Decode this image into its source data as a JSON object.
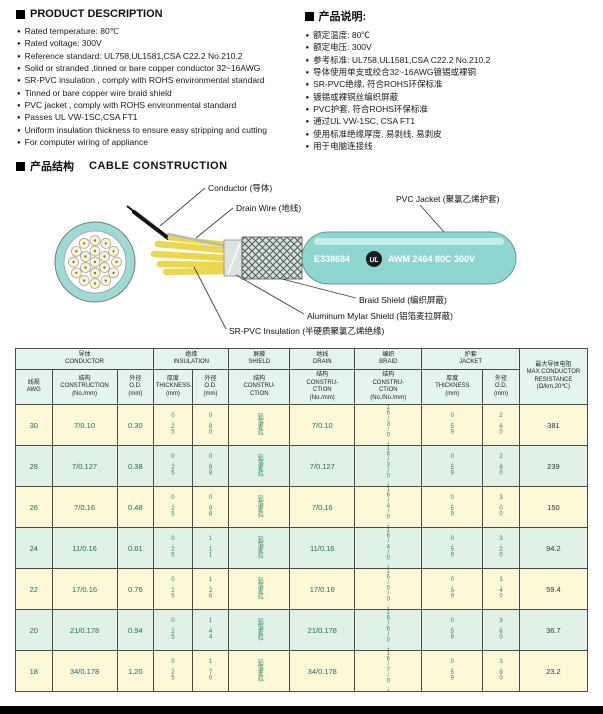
{
  "header": {
    "en": {
      "title": "PRODUCT  DESCRIPTION",
      "items": [
        "Rated temperature: 80℃",
        "Rated voltage: 300V",
        "Reference standard: UL758,UL1581,CSA C22.2 No.210.2",
        "Solid or stranded ,tinned or bare copper conductor 32~16AWG",
        "SR-PVC insulation , comply with ROHS environmental standard",
        "Tinned or bare copper wire braid shield",
        "PVC jacket , comply with ROHS environmental standard",
        "Passes UL VW-1SC,CSA FT1",
        "Uniform insulation thickness to ensure easy stripping and cutting",
        "For computer wiring of appliance"
      ]
    },
    "cn": {
      "title": "产品说明:",
      "items": [
        "额定温度: 80℃",
        "额定电压: 300V",
        "参考标准: UL758,UL1581,CSA C22.2 No.210.2",
        "导体使用单支或绞合32~16AWG镀锡或裸铜",
        "SR-PVC绝缘, 符合ROHS环保标准",
        "镀锡或裸铜丝编织屏蔽",
        "PVC护套, 符合ROHS环保标准",
        "通过UL VW-1SC, CSA FT1",
        "使用标准绝缘厚度, 易剥线, 易剥皮",
        "用于电脑连接线"
      ]
    }
  },
  "construction": {
    "title_cn": "产品结构",
    "title_en": "CABLE  CONSTRUCTION",
    "labels": {
      "conductor": "Conductor (导体)",
      "drain": "Drain Wire (地线)",
      "jacket": "PVC Jacket (聚氯乙烯护套)",
      "braid": "Braid Shield (编织屏蔽)",
      "mylar": "Aluminum Mylar Shield (铝箔麦拉屏蔽)",
      "insulation": "SR-PVC Insulation (半硬质聚氯乙烯绝缘)"
    },
    "print": {
      "approval": "E338684",
      "ul": "UL",
      "spec": "AWM 2464 80C 300V"
    }
  },
  "table": {
    "groups": {
      "conductor": "导体\nCONDUCTOR",
      "insulation": "绝缘\nINSULATION",
      "shield": "屏蔽\nSHIELD",
      "drain": "地线\nDRAIN",
      "braid": "编织\nBRAID",
      "jacket": "护套\nJACKET",
      "resistance": "最大导体电阻\nMAX CONDUCTOR\nRESISTANCE\n(Ω/km,20℃)"
    },
    "columns": {
      "awg": "线规\nAWG",
      "cond_constr": "结构\nCONSTRUCTION\n(No./mm)",
      "cond_od": "外径\nO.D.\n(mm)",
      "ins_th": "厚度\nTHICKNESS\n(mm)",
      "ins_od": "外径\nO.D.\n(mm)",
      "shield_constr": "结构\nCONSTRU-\nCTION",
      "drain_constr": "结构\nCONSTRU-\nCTION\n(No./mm)",
      "braid_constr": "结构\nCONSTRU-\nCTION\n(No./No./mm)",
      "jk_th": "厚度\nTHICKNESS\n(mm)",
      "jk_od": "外径\nO.D.\n(mm)"
    },
    "rows": [
      {
        "awg": "30",
        "cond": "7/0.10",
        "cond_od": "0.30",
        "ins_th": "0.25",
        "ins_od": "0.80",
        "shield": "铝箔麦拉",
        "drain": "7/0.10",
        "braid": "16/3/0.10",
        "jk_th": "0.59",
        "jk_od": "2.60",
        "res": "381"
      },
      {
        "awg": "28",
        "cond": "7/0.127",
        "cond_od": "0.38",
        "ins_th": "0.25",
        "ins_od": "0.88",
        "shield": "铝箔麦拉",
        "drain": "7/0.127",
        "braid": "16/3/0.10",
        "jk_th": "0.59",
        "jk_od": "2.80",
        "res": "239"
      },
      {
        "awg": "26",
        "cond": "7/0.16",
        "cond_od": "0.48",
        "ins_th": "0.25",
        "ins_od": "0.98",
        "shield": "铝箔麦拉",
        "drain": "7/0.16",
        "braid": "16/4/0.10",
        "jk_th": "0.59",
        "jk_od": "3.00",
        "res": "150"
      },
      {
        "awg": "24",
        "cond": "11/0.16",
        "cond_od": "0.61",
        "ins_th": "0.25",
        "ins_od": "1.11",
        "shield": "铝箔麦拉",
        "drain": "11/0.16",
        "braid": "16/4/0.10",
        "jk_th": "0.59",
        "jk_od": "3.20",
        "res": "94.2"
      },
      {
        "awg": "22",
        "cond": "17/0.16",
        "cond_od": "0.76",
        "ins_th": "0.25",
        "ins_od": "1.26",
        "shield": "铝箔麦拉",
        "drain": "17/0.16",
        "braid": "16/5/0.10",
        "jk_th": "0.59",
        "jk_od": "3.40",
        "res": "59.4"
      },
      {
        "awg": "20",
        "cond": "21/0.178",
        "cond_od": "0.94",
        "ins_th": "0.25",
        "ins_od": "1.44",
        "shield": "铝箔麦拉",
        "drain": "21/0.178",
        "braid": "16/6/0.10",
        "jk_th": "0.59",
        "jk_od": "3.60",
        "res": "36.7"
      },
      {
        "awg": "18",
        "cond": "34/0.178",
        "cond_od": "1.20",
        "ins_th": "0.25",
        "ins_od": "1.70",
        "shield": "铝箔麦拉",
        "drain": "34/0.178",
        "braid": "16/7/0.10",
        "jk_th": "0.59",
        "jk_od": "3.90",
        "res": "23.2"
      }
    ]
  },
  "colors": {
    "jacket_teal": "#8fd6d0",
    "row_yellow": "#fcf8d8",
    "row_green": "#e0f1e6"
  }
}
